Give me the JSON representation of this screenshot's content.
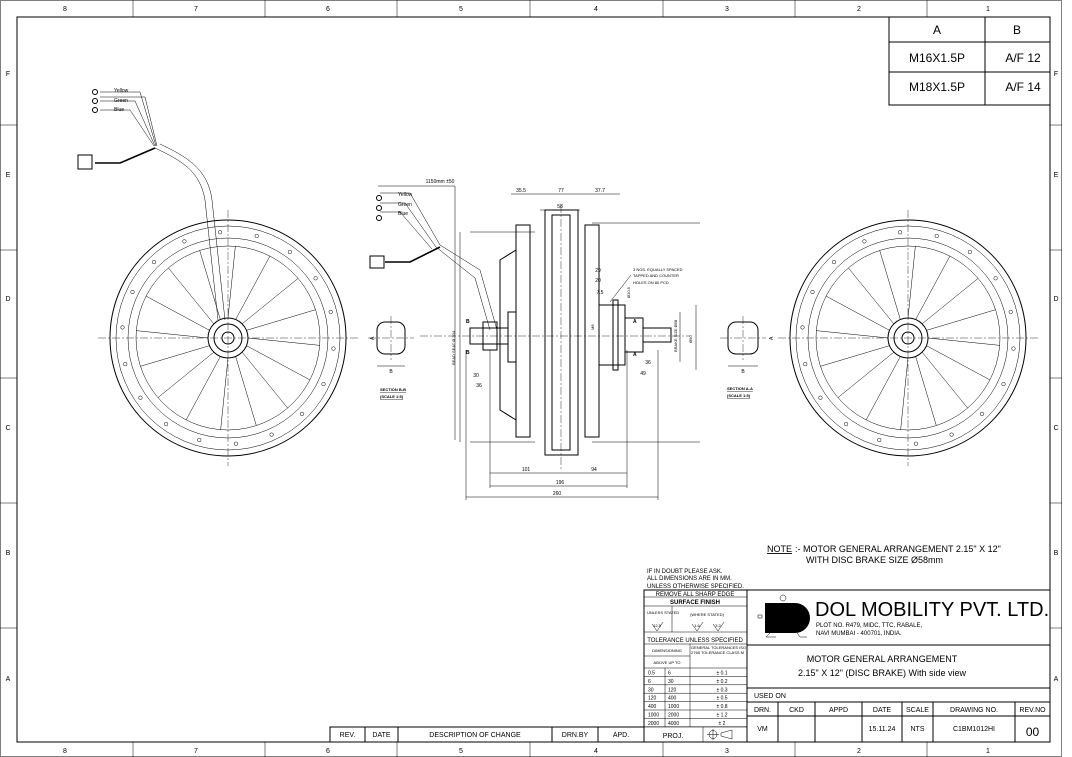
{
  "frame": {
    "columns": [
      "8",
      "7",
      "6",
      "5",
      "4",
      "3",
      "2",
      "1"
    ],
    "rows": [
      "F",
      "E",
      "D",
      "C",
      "B",
      "A"
    ]
  },
  "thread_table": {
    "headers": [
      "A",
      "B"
    ],
    "rows": [
      [
        "M16X1.5P",
        "A/F 12"
      ],
      [
        "M18X1.5P",
        "A/F 14"
      ]
    ]
  },
  "wires": [
    "Yellow",
    "Green",
    "Blue"
  ],
  "dimensions": {
    "cable_length": "1150mm ±50",
    "d35_5": "35.5",
    "d77": "77",
    "d37_7": "37.7",
    "d58": "58",
    "d29": "29",
    "d20": "20",
    "d7_5": "7.5",
    "d10_5": "Ø10.5",
    "bead_seat": "BEAD SEAT Ø 304",
    "m8": "M8",
    "brake_size": "BRAKE SIZE Ø58",
    "d90": "Ø90",
    "d30": "30",
    "d36_left": "36",
    "d36_right": "36",
    "d49": "49",
    "d101": "101",
    "d94": "94",
    "d196": "196",
    "d260": "260",
    "hole_note": [
      "3 NOS. EQUALLY SPACED",
      "TAPPED AND COUNTER",
      "HOLES ON 80 PCD"
    ],
    "label_a": "A",
    "label_b": "B"
  },
  "sections": {
    "bb_title": "SECTION B-B",
    "bb_scale": "(SCALE 1:5)",
    "aa_title": "SECTION A-A",
    "aa_scale": "(SCALE 1:5)"
  },
  "note": {
    "label": "NOTE",
    "line1": ":- MOTOR GENERAL ARRANGEMENT 2.15\" X 12\"",
    "line2": "WITH DISC BRAKE SIZE Ø58mm"
  },
  "general_notes": [
    "IF IN DOUBT PLEASE ASK.",
    "ALL DIMENSIONS ARE IN MM.",
    "UNLESS OTHERWISE SPECIFIED."
  ],
  "tolerance": {
    "sharp_edge": "REMOVE ALL SHARP EDGE",
    "surface_finish": "SURFACE FINISH",
    "unless_stated": "UNLESS STATED",
    "where_stated": "(WHERE STATED)",
    "finish_values": [
      "12.5",
      "1.6",
      "3.2"
    ],
    "title": "TOLERANCE UNLESS SPECIFIED",
    "dimensioning": "DIMENSIONING",
    "above_up_to": "ABOVE UP TO",
    "general": "GENERAL TOLERANCES ISO 2768 TOLERANCE CLASS M",
    "rows": [
      [
        "0.5",
        "6",
        "± 0.1"
      ],
      [
        "6",
        "30",
        "± 0.2"
      ],
      [
        "30",
        "120",
        "± 0.3"
      ],
      [
        "120",
        "400",
        "± 0.5"
      ],
      [
        "400",
        "1000",
        "± 0.8"
      ],
      [
        "1000",
        "2000",
        "± 1.2"
      ],
      [
        "2000",
        "4000",
        "± 2"
      ]
    ],
    "proj": "PROJ."
  },
  "title_block": {
    "company": "DOL MOBILITY PVT. LTD.",
    "address1": "PLOT NO. R479, MIDC, TTC, RABALE,",
    "address2": "NAVI MUMBAI - 400701, INDIA.",
    "title1": "MOTOR GENERAL ARRANGEMENT",
    "title2": "2.15\" X 12\" (DISC BRAKE) With side view",
    "used_on": "USED ON",
    "headers": [
      "DRN.",
      "CKD",
      "APPD",
      "DATE",
      "SCALE",
      "DRAWING NO.",
      "REV.NO"
    ],
    "values": [
      "VM",
      "",
      "",
      "15.11.24",
      "NTS",
      "C1BM1012HI",
      "00"
    ]
  },
  "revision_block": {
    "headers": [
      "REV.",
      "DATE",
      "DESCRIPTION OF CHANGE",
      "DRN.BY",
      "APD."
    ]
  }
}
